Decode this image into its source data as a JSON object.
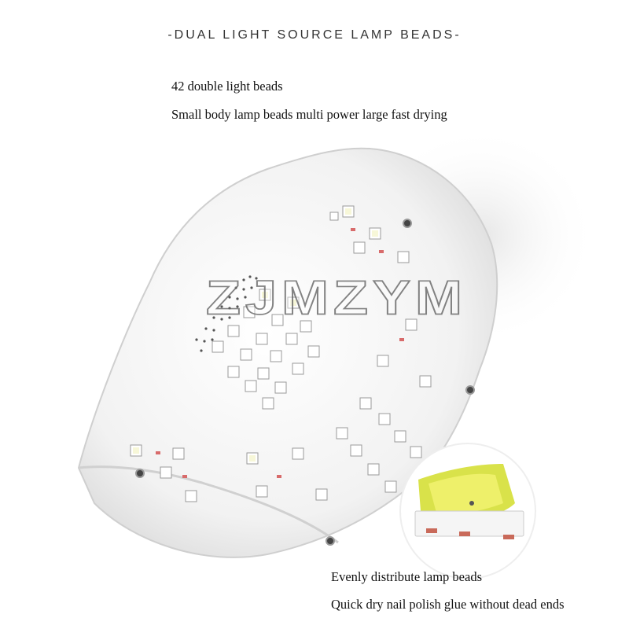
{
  "header": {
    "title": "-DUAL LIGHT SOURCE LAMP BEADS-"
  },
  "top_text": {
    "line1": "42 double light beads",
    "line2": "Small body lamp beads multi power large fast drying"
  },
  "bottom_text": {
    "line1": "Evenly distribute lamp beads",
    "line2": "Quick dry nail polish glue without dead ends"
  },
  "watermark": "ZJMZYM",
  "colors": {
    "background": "#ffffff",
    "lamp_body": "#f4f4f4",
    "led_yellow": "#d9e24a"
  }
}
